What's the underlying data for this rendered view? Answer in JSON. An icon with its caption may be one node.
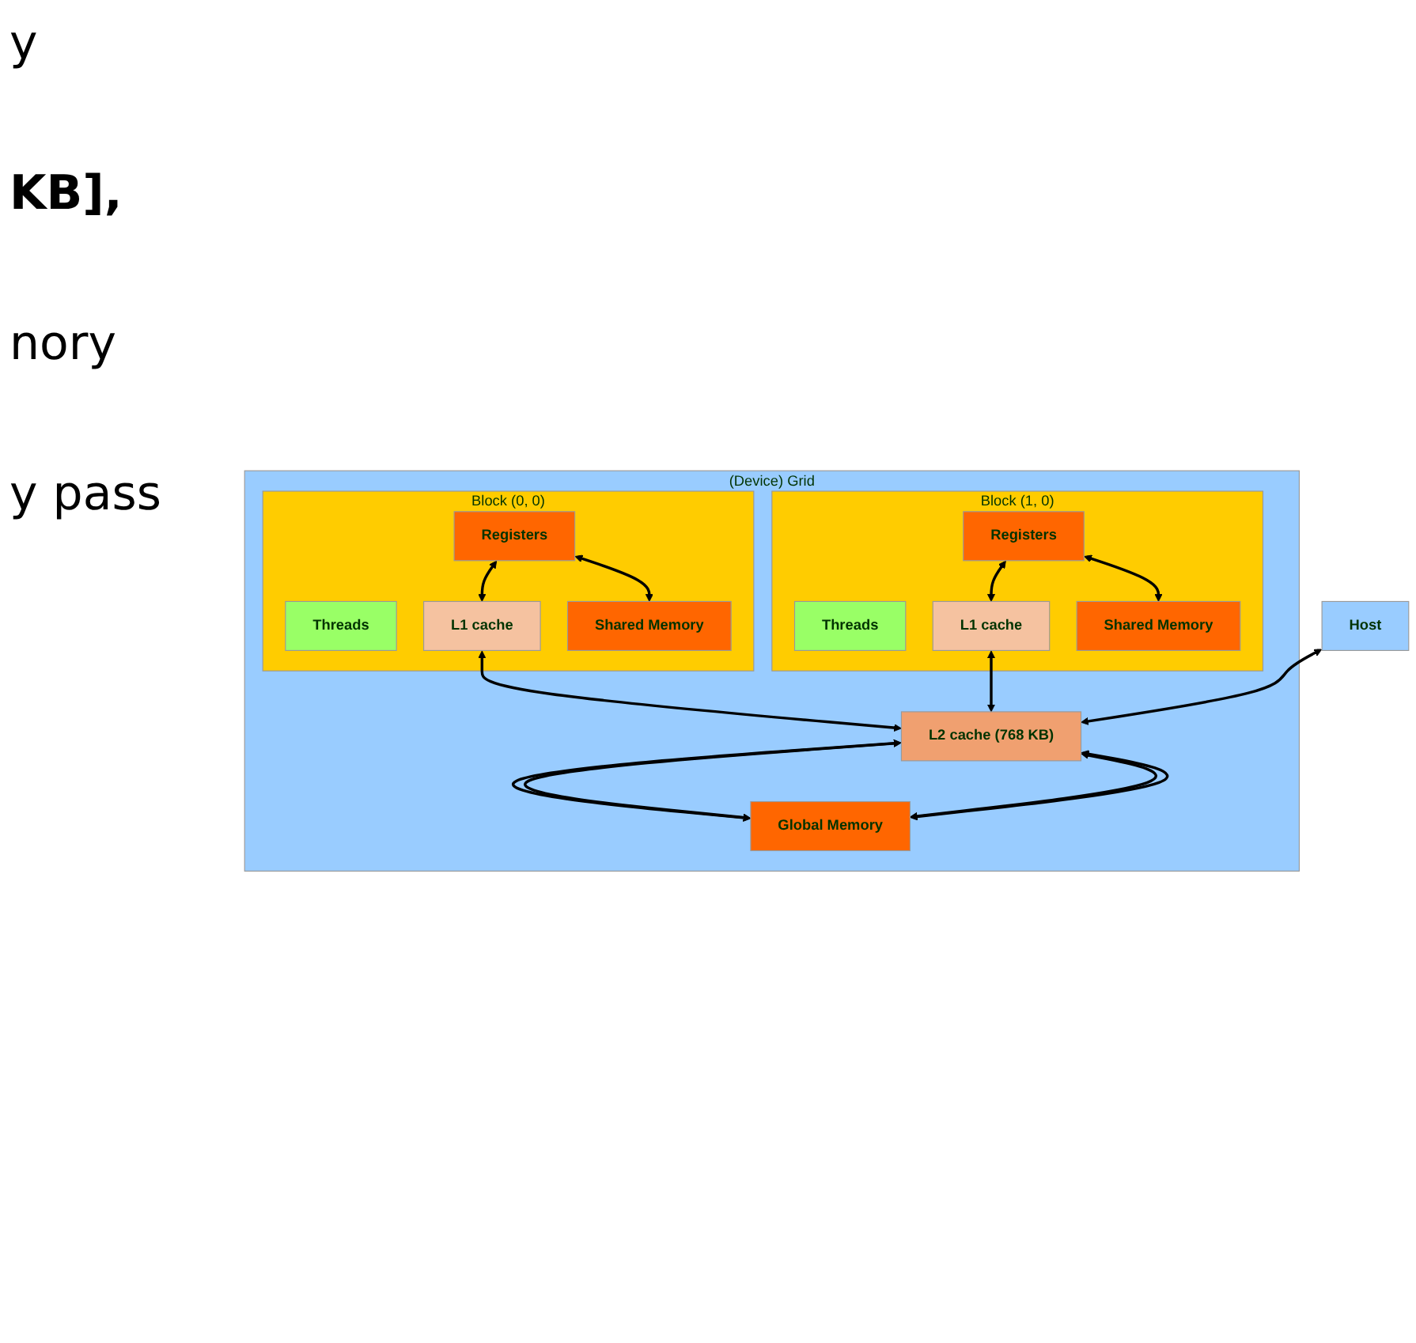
{
  "diagram": {
    "nodes": [
      {
        "text": [
          "Host"
        ]
      },
      {
        "text": [
          "(Device) Grid"
        ]
      },
      {
        "text": [
          "Block (0, 0)"
        ],
        "in": 1
      },
      {
        "text": [
          "Threads"
        ],
        "in": 2
      },
      {
        "text": [
          "Registers"
        ],
        "in": 2
      },
      {
        "text": [
          "L1 cache"
        ],
        "in": 2
      },
      {
        "text": [
          "Shared Memory"
        ],
        "in": 2
      },
      {
        "text": [
          "Block (1, 0)"
        ],
        "in": 1
      },
      {
        "text": [
          "Threads"
        ],
        "in": 7
      },
      {
        "text": [
          "Registers"
        ],
        "in": 7
      },
      {
        "text": [
          "L1 cache"
        ],
        "in": 7
      },
      {
        "text": [
          "Shared Memory"
        ],
        "in": 7
      },
      {
        "text": [
          "L2 cache (768 KB)"
        ],
        "in": 1
      },
      {
        "text": [
          "Global Memory"
        ],
        "in": 1
      }
    ],
    "edges": [
      {
        "from": 4,
        "to": 5,
        "arrow": "both"
      },
      {
        "from": 4,
        "to": 6,
        "arrow": "both"
      },
      {
        "from": 9,
        "to": 10,
        "arrow": "both"
      },
      {
        "from": 9,
        "to": 11,
        "arrow": "both"
      },
      {
        "from": 5,
        "to": 12,
        "arrow": "both"
      },
      {
        "from": 10,
        "to": 12,
        "arrow": "both"
      },
      {
        "from": 0,
        "to": 12,
        "arrow": "both"
      },
      {
        "from": 12,
        "to": 13,
        "arrow": "both"
      },
      {
        "from": 12,
        "to": 13,
        "arrow": "both"
      },
      {
        "from": 12,
        "to": 13,
        "arrow": "both"
      },
      {
        "from": 12,
        "to": 13,
        "arrow": "both"
      }
    ],
    "labels": [
      "y",
      "KB],",
      "nory",
      "y pass"
    ]
  }
}
